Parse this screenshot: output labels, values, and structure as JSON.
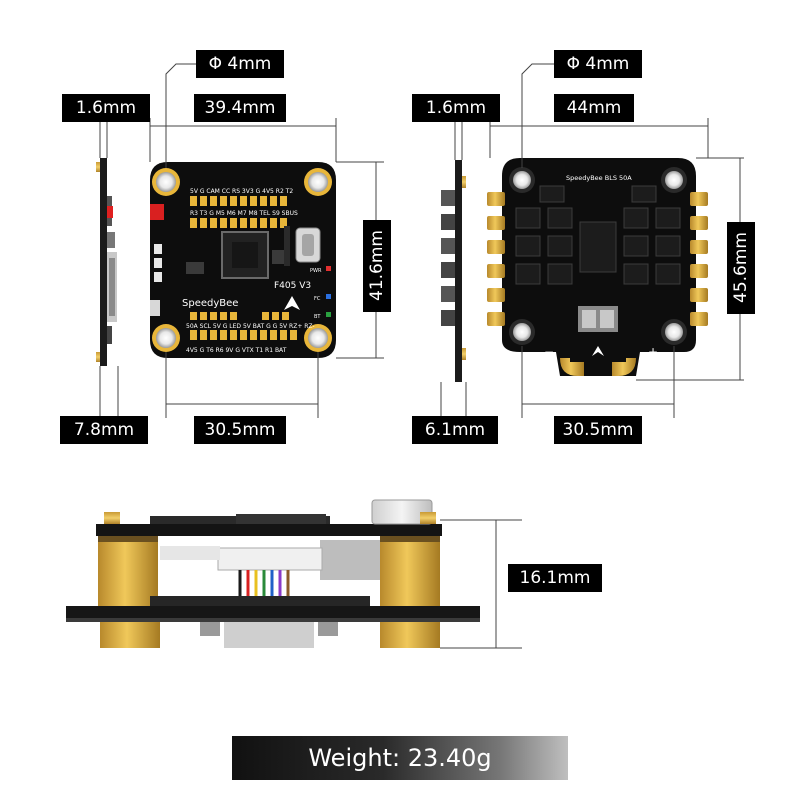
{
  "fc": {
    "hole_label": "Φ 4mm",
    "pcb_thickness": "1.6mm",
    "board_width": "39.4mm",
    "board_height": "41.6mm",
    "side_height": "7.8mm",
    "mount_spacing": "30.5mm",
    "silk_brand": "SpeedyBee",
    "silk_model": "F405 V3",
    "silk_top_row": "5V G CAM CC RS 3V3 G 4V5 R2 T2",
    "silk_top_row2": "R3 T3 G M5 M6 M7 M8 TEL S9 SBUS",
    "silk_bottom_row": "50A SCL 5V G LED 5V BAT G G 5V RZ+ RZ-",
    "silk_bottom_row2": "4V5 G T6 R6 9V G VTX T1 R1 BAT",
    "silk_pwr": "PWR",
    "silk_fc": "FC",
    "silk_bt": "BT"
  },
  "esc": {
    "hole_label": "Φ 4mm",
    "pcb_thickness": "1.6mm",
    "board_width": "44mm",
    "board_height": "45.6mm",
    "side_height": "6.1mm",
    "mount_spacing": "30.5mm",
    "silk_model": "SpeedyBee BLS 50A"
  },
  "stack": {
    "height": "16.1mm"
  },
  "weight": "Weight: 23.40g"
}
